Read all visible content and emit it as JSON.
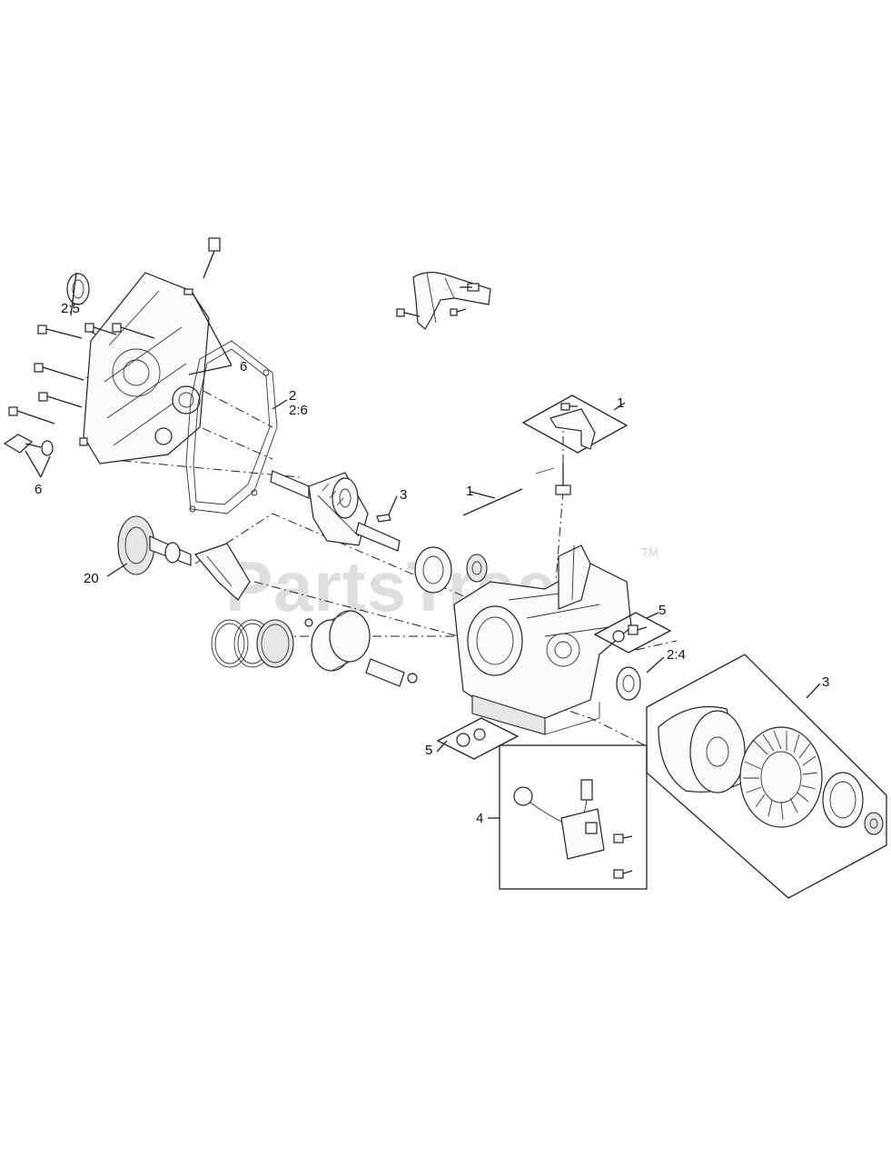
{
  "watermark": {
    "text": "PartsTree",
    "trademark": "TM"
  },
  "callouts": [
    {
      "id": "c-2-5",
      "text": "2:5"
    },
    {
      "id": "c-6-top",
      "text": "6"
    },
    {
      "id": "c-2",
      "text": "2"
    },
    {
      "id": "c-2-6",
      "text": "2:6"
    },
    {
      "id": "c-6-bottom",
      "text": "6"
    },
    {
      "id": "c-1-top",
      "text": "1"
    },
    {
      "id": "c-1-mid",
      "text": "1"
    },
    {
      "id": "c-3-mid",
      "text": "3"
    },
    {
      "id": "c-20",
      "text": "20"
    },
    {
      "id": "c-5-right",
      "text": "5"
    },
    {
      "id": "c-2-4",
      "text": "2:4"
    },
    {
      "id": "c-3-right",
      "text": "3"
    },
    {
      "id": "c-5-bottom",
      "text": "5"
    },
    {
      "id": "c-4",
      "text": "4"
    }
  ]
}
